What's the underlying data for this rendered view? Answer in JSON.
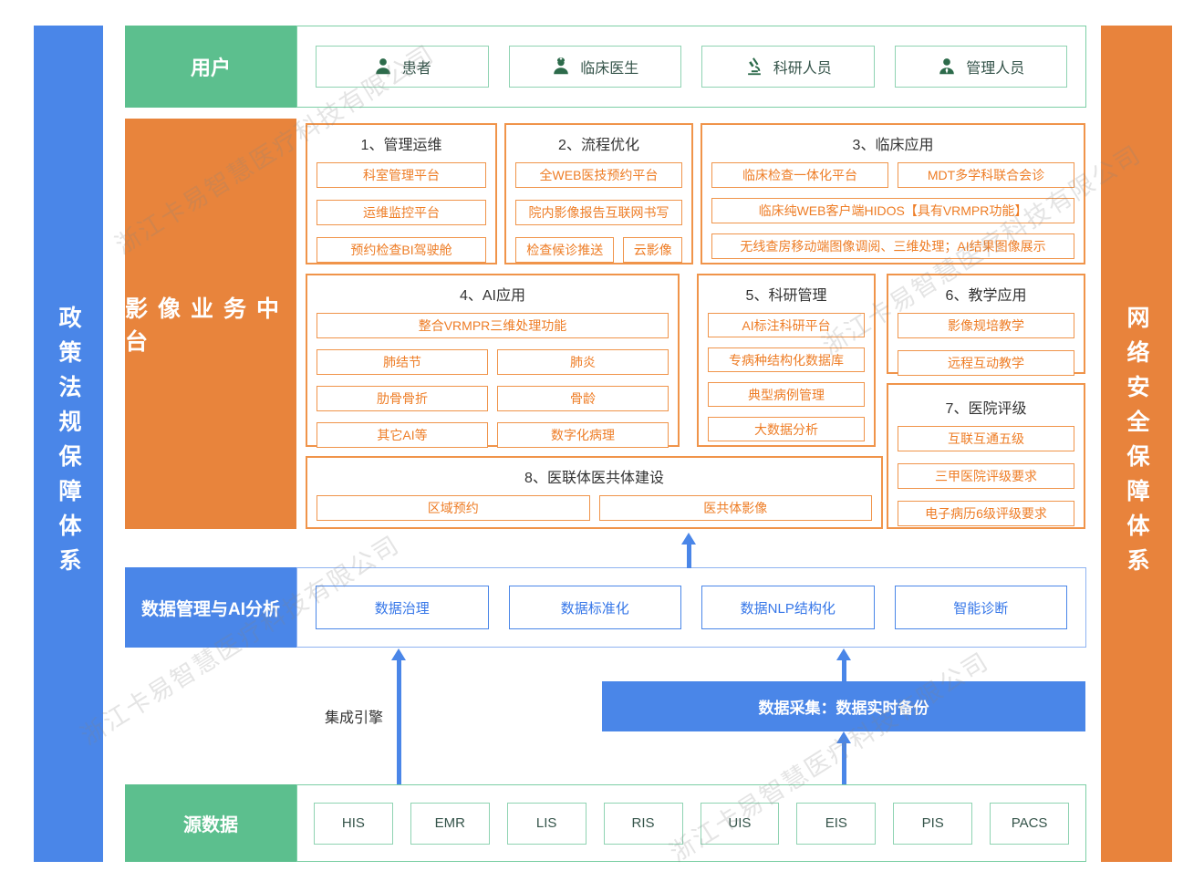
{
  "watermark": {
    "text": "浙江卡易智慧医疗科技有限公司"
  },
  "side_bars": {
    "left": {
      "label": "政策法规保障体系",
      "color": "#4a86e8"
    },
    "right": {
      "label": "网络安全保障体系",
      "color": "#e8833c"
    }
  },
  "users_row": {
    "label": "用户",
    "items": [
      {
        "label": "患者",
        "icon": "patient-icon"
      },
      {
        "label": "临床医生",
        "icon": "clinical-doctor-icon"
      },
      {
        "label": "科研人员",
        "icon": "microscope-icon"
      },
      {
        "label": "管理人员",
        "icon": "manager-icon"
      }
    ]
  },
  "platform": {
    "label": "影像业务中台",
    "sections": [
      {
        "title": "1、管理运维",
        "items": [
          "科室管理平台",
          "运维监控平台",
          "预约检查BI驾驶舱"
        ]
      },
      {
        "title": "2、流程优化",
        "items": [
          "全WEB医技预约平台",
          "院内影像报告互联网书写",
          "检查候诊推送",
          "云影像"
        ]
      },
      {
        "title": "3、临床应用",
        "items": [
          "临床检查一体化平台",
          "MDT多学科联合会诊",
          "临床纯WEB客户端HIDOS【具有VRMPR功能】",
          "无线查房移动端图像调阅、三维处理；AI结果图像展示"
        ]
      },
      {
        "title": "4、AI应用",
        "items": [
          "整合VRMPR三维处理功能",
          "肺结节",
          "肺炎",
          "肋骨骨折",
          "骨龄",
          "其它AI等",
          "数字化病理"
        ]
      },
      {
        "title": "5、科研管理",
        "items": [
          "AI标注科研平台",
          "专病种结构化数据库",
          "典型病例管理",
          "大数据分析"
        ]
      },
      {
        "title": "6、教学应用",
        "items": [
          "影像规培教学",
          "远程互动教学"
        ]
      },
      {
        "title": "7、医院评级",
        "items": [
          "互联互通五级",
          "三甲医院评级要求",
          "电子病历6级评级要求"
        ]
      },
      {
        "title": "8、医联体医共体建设",
        "items": [
          "区域预约",
          "医共体影像"
        ]
      }
    ]
  },
  "data_mgmt_row": {
    "label": "数据管理与AI分析",
    "items": [
      "数据治理",
      "数据标准化",
      "数据NLP结构化",
      "智能诊断"
    ]
  },
  "middleware": {
    "integration_engine_label": "集成引擎",
    "data_collection_label": "数据采集：数据实时备份"
  },
  "source_row": {
    "label": "源数据",
    "items": [
      "HIS",
      "EMR",
      "LIS",
      "RIS",
      "UIS",
      "EIS",
      "PIS",
      "PACS"
    ]
  },
  "colors": {
    "blue": "#4a86e8",
    "green": "#5cbf8e",
    "orange": "#e8843c",
    "orange_border": "#f0944a",
    "orange_text": "#ee7d26",
    "green_border": "#8fd3b2",
    "light_green_border": "#7ccfa5",
    "light_blue_border": "#8fb3f1",
    "dark_text": "#333333"
  }
}
